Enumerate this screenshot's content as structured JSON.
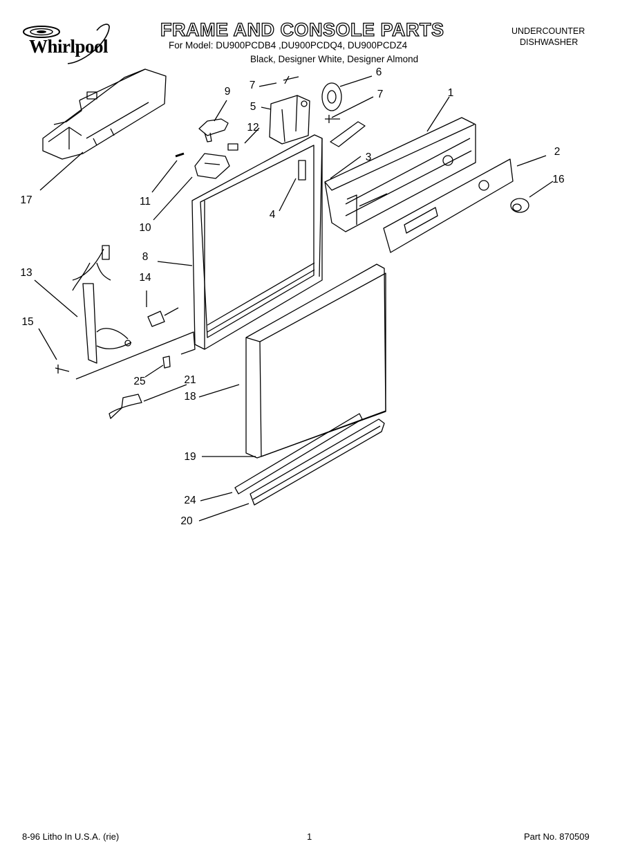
{
  "brand": {
    "name": "Whirlpool"
  },
  "header": {
    "title": "FRAME AND CONSOLE PARTS",
    "models_line": "For Model: DU900PCDB4 ,DU900PCDQ4, DU900PCDZ4",
    "colors_line": "Black, Designer White, Designer Almond",
    "product_line1": "UNDERCOUNTER",
    "product_line2": "DISHWASHER"
  },
  "callouts": [
    "1",
    "2",
    "3",
    "4",
    "5",
    "6",
    "7",
    "7",
    "8",
    "9",
    "10",
    "11",
    "12",
    "13",
    "14",
    "15",
    "16",
    "17",
    "18",
    "19",
    "20",
    "21",
    "24",
    "25"
  ],
  "footer": {
    "litho": "8-96 Litho In U.S.A. (rie)",
    "page": "1",
    "part_no": "Part No. 870509"
  }
}
